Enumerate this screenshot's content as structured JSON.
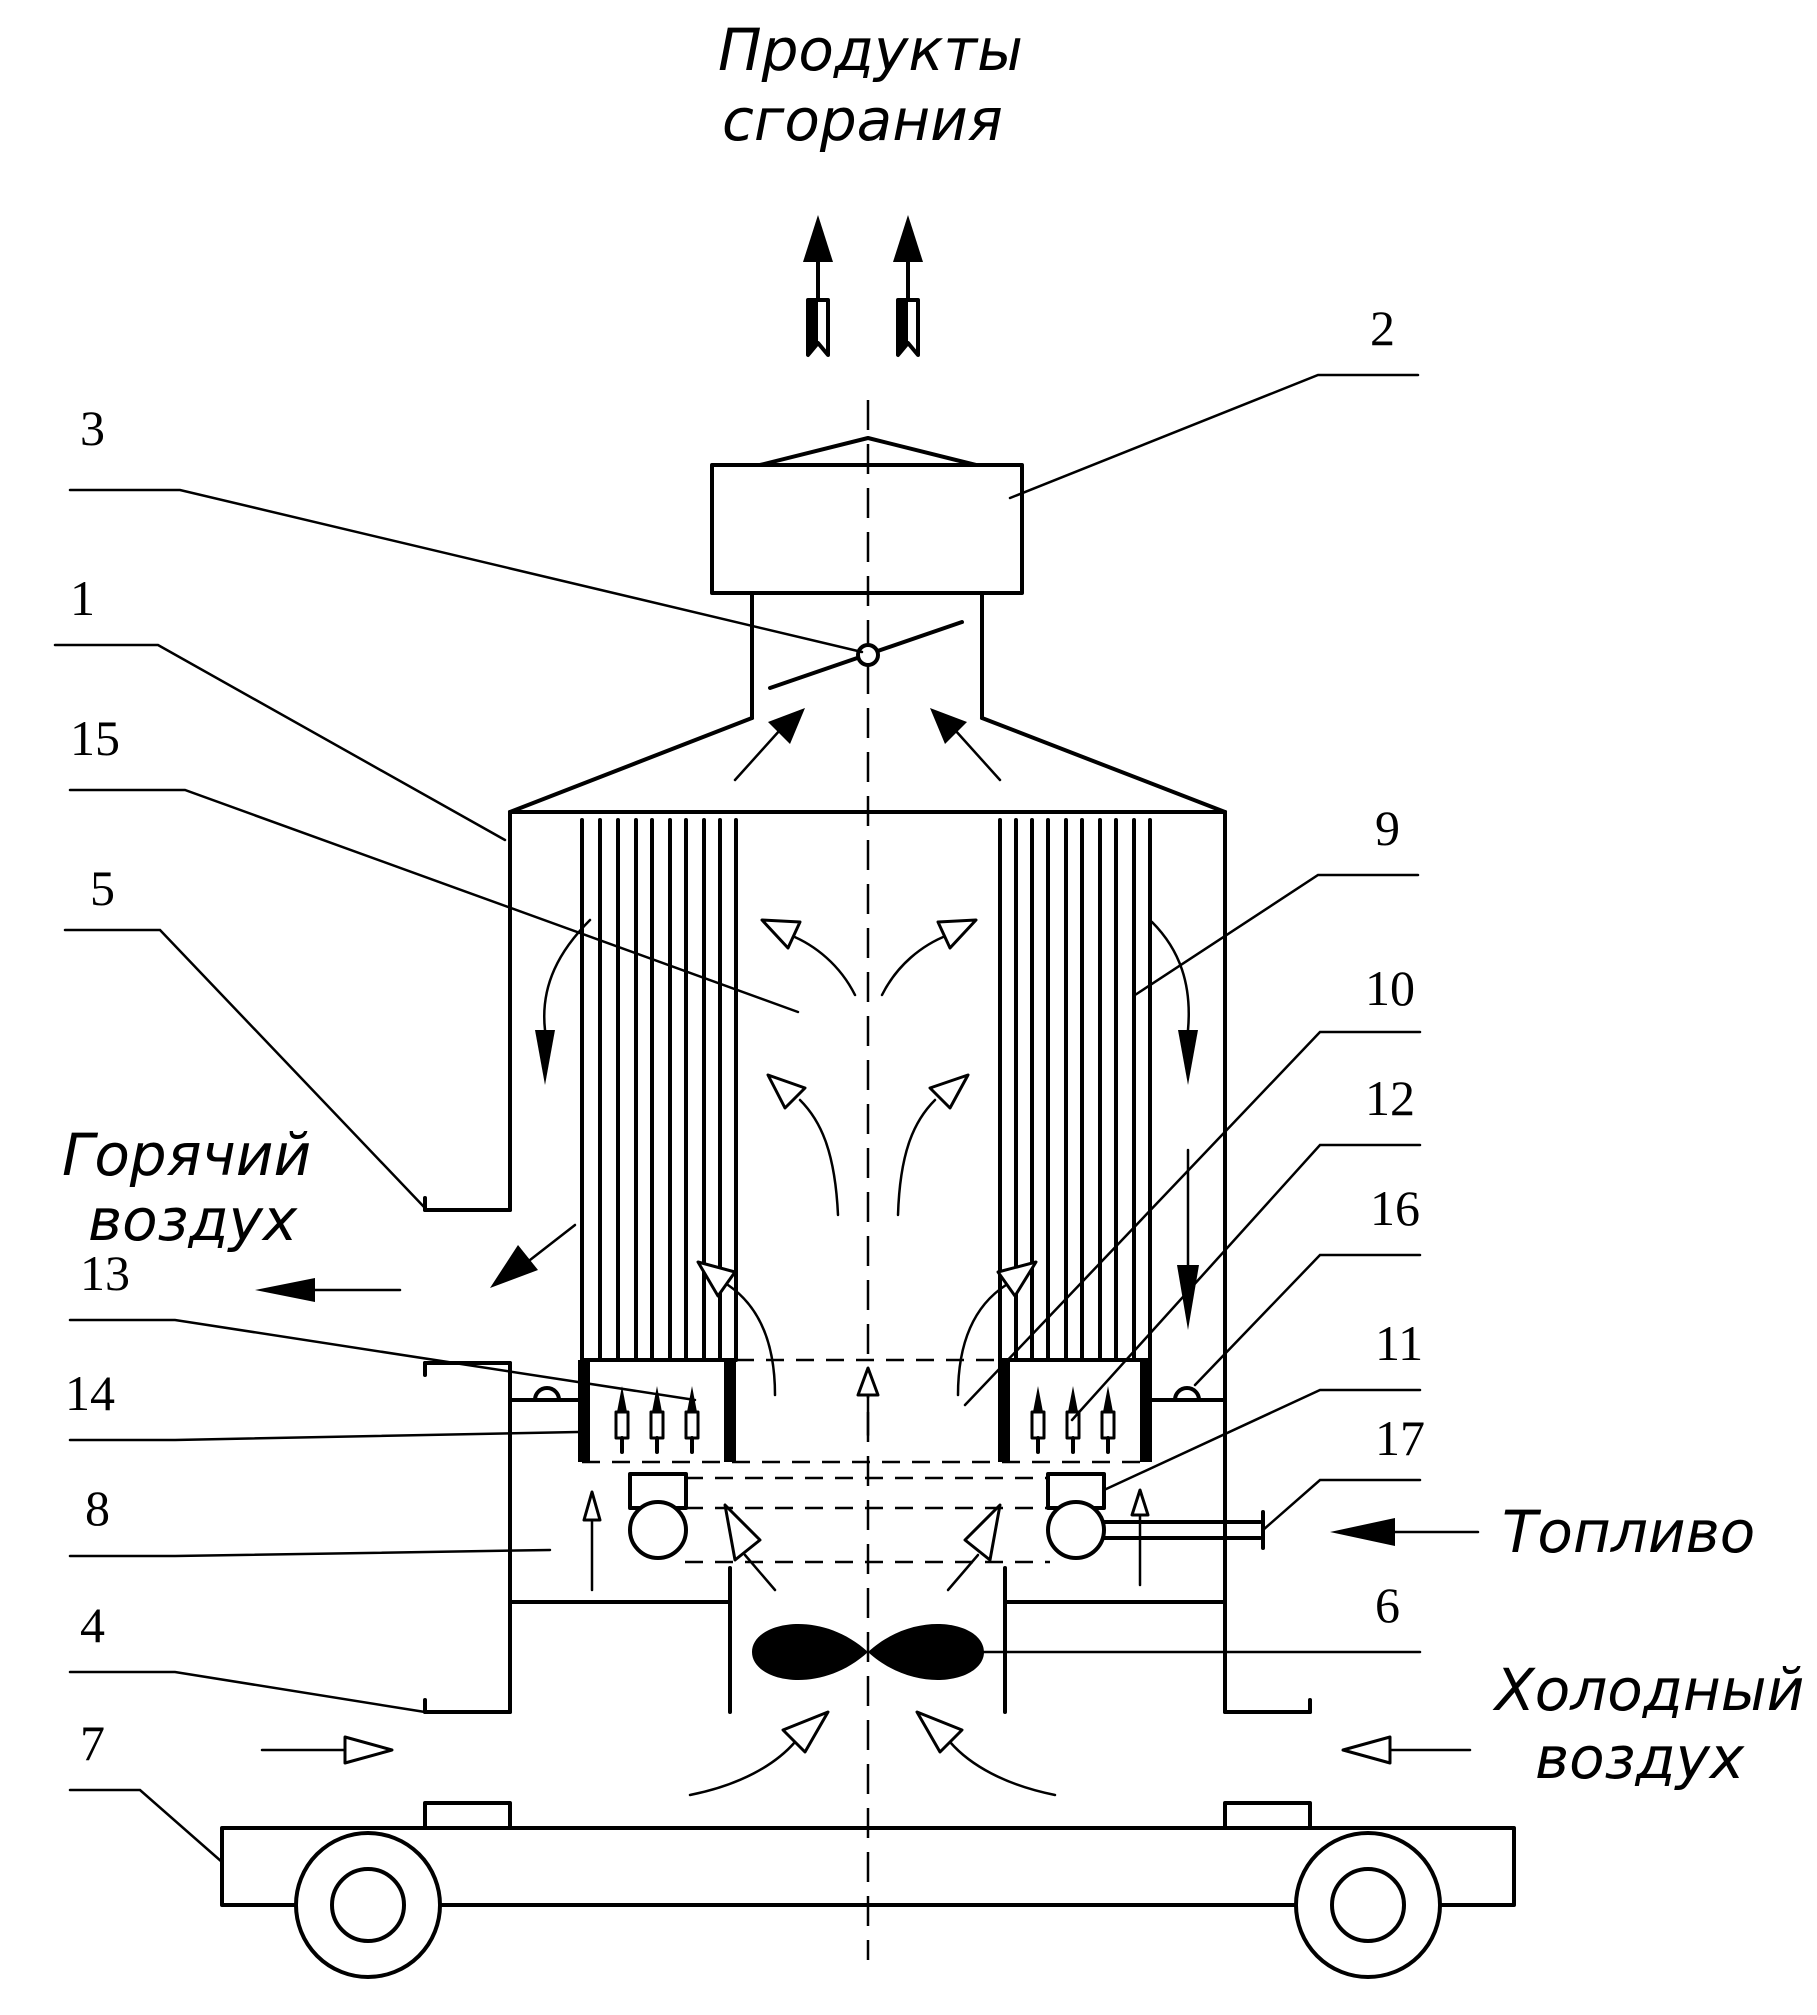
{
  "labels": {
    "combustion_products": [
      "Продукты",
      "сгорания"
    ],
    "hot_air": [
      "Горячий",
      "воздух"
    ],
    "fuel": "Топливо",
    "cold_air": [
      "Холодный",
      "воздух"
    ]
  },
  "callouts": {
    "c1": "1",
    "c2": "2",
    "c3": "3",
    "c4": "4",
    "c5": "5",
    "c6": "6",
    "c7": "7",
    "c8": "8",
    "c9": "9",
    "c10": "10",
    "c11": "11",
    "c12": "12",
    "c13": "13",
    "c14": "14",
    "c15": "15",
    "c16": "16",
    "c17": "17"
  }
}
